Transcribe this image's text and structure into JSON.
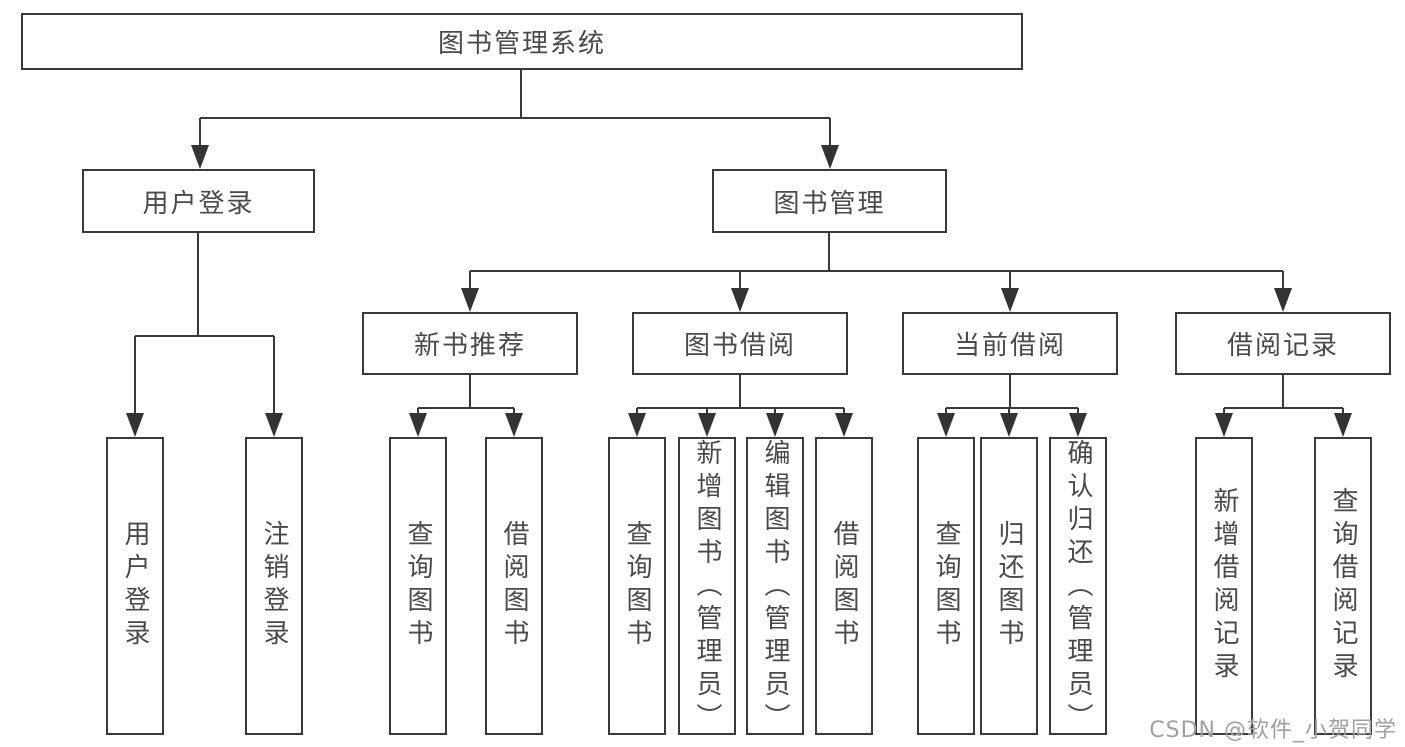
{
  "diagram": {
    "root": {
      "label": "图书管理系统"
    },
    "branches": [
      {
        "label": "用户登录",
        "children": [
          {
            "label": "用户登录"
          },
          {
            "label": "注销登录"
          }
        ]
      },
      {
        "label": "图书管理",
        "children": [
          {
            "label": "新书推荐",
            "children": [
              {
                "label": "查询图书"
              },
              {
                "label": "借阅图书"
              }
            ]
          },
          {
            "label": "图书借阅",
            "children": [
              {
                "label": "查询图书"
              },
              {
                "label": "新增图书（管理员）"
              },
              {
                "label": "编辑图书（管理员）"
              },
              {
                "label": "借阅图书"
              }
            ]
          },
          {
            "label": "当前借阅",
            "children": [
              {
                "label": "查询图书"
              },
              {
                "label": "归还图书"
              },
              {
                "label": "确认归还（管理员）"
              }
            ]
          },
          {
            "label": "借阅记录",
            "children": [
              {
                "label": "新增借阅记录"
              },
              {
                "label": "查询借阅记录"
              }
            ]
          }
        ]
      }
    ]
  },
  "watermark": {
    "text": "CSDN @软件_小贺同学"
  },
  "colors": {
    "line": "#3a3a3a",
    "arrow": "#333333",
    "text": "#4a4a4a",
    "watermark": "#a0a0a2",
    "background": "#ffffff"
  }
}
